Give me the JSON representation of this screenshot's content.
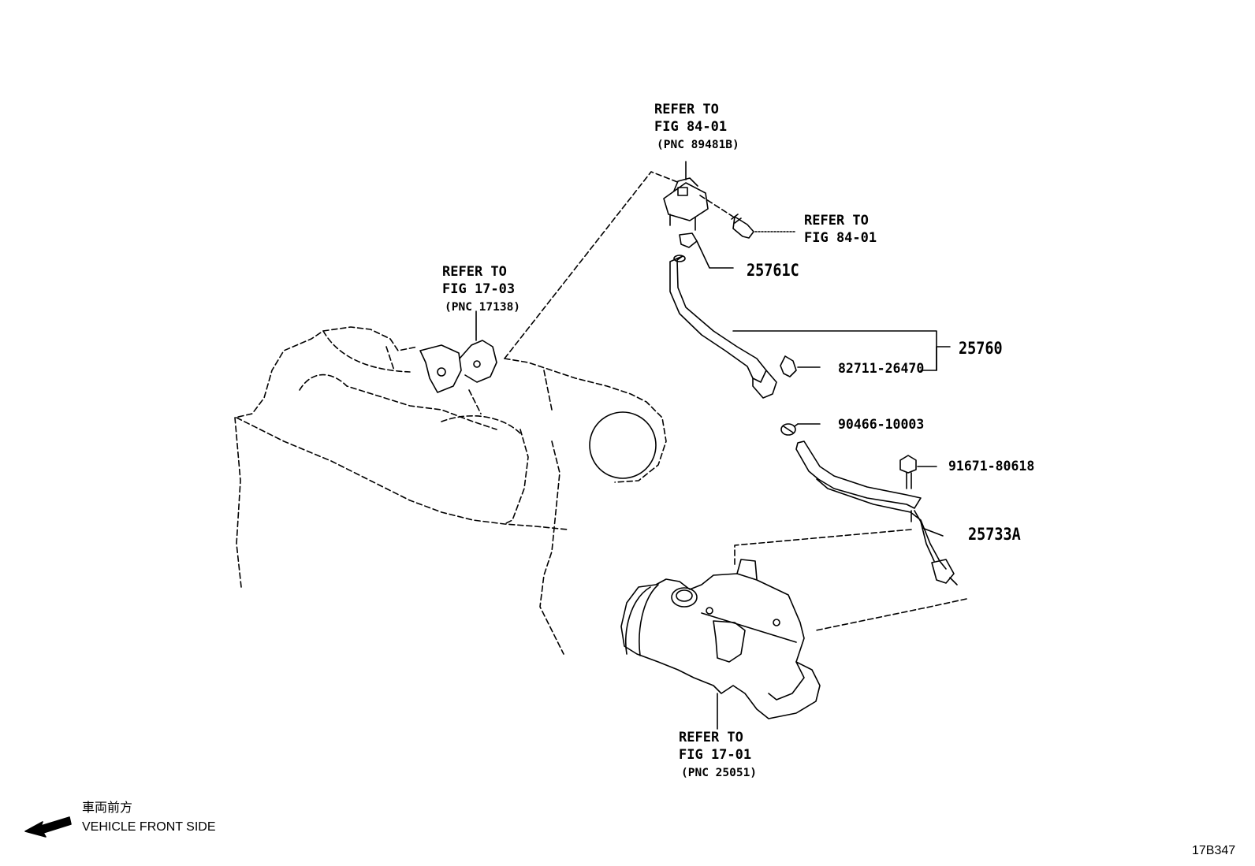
{
  "callouts": {
    "sensor_ref": {
      "line1": "REFER TO",
      "line2": "FIG 84-01",
      "line3": "(PNC 89481B)"
    },
    "bolt_ref": {
      "line1": "REFER TO",
      "line2": "FIG 84-01"
    },
    "bracket_ref": {
      "line1": "REFER TO",
      "line2": "FIG 17-03",
      "line3": "(PNC 17138)"
    },
    "converter_ref": {
      "line1": "REFER TO",
      "line2": "FIG 17-01",
      "line3": "(PNC 25051)"
    }
  },
  "part_numbers": {
    "hose_end": "25761C",
    "hose_assembly": "25760",
    "hose_clip": "82711-26470",
    "pipe_clamp": "90466-10003",
    "pipe_bolt": "91671-80618",
    "pipe": "25733A"
  },
  "orientation": {
    "japanese_label": "車両前方",
    "english_label": "VEHICLE FRONT SIDE"
  },
  "figure_code": "17B347",
  "colors": {
    "ink": "#000000",
    "background": "#ffffff"
  }
}
